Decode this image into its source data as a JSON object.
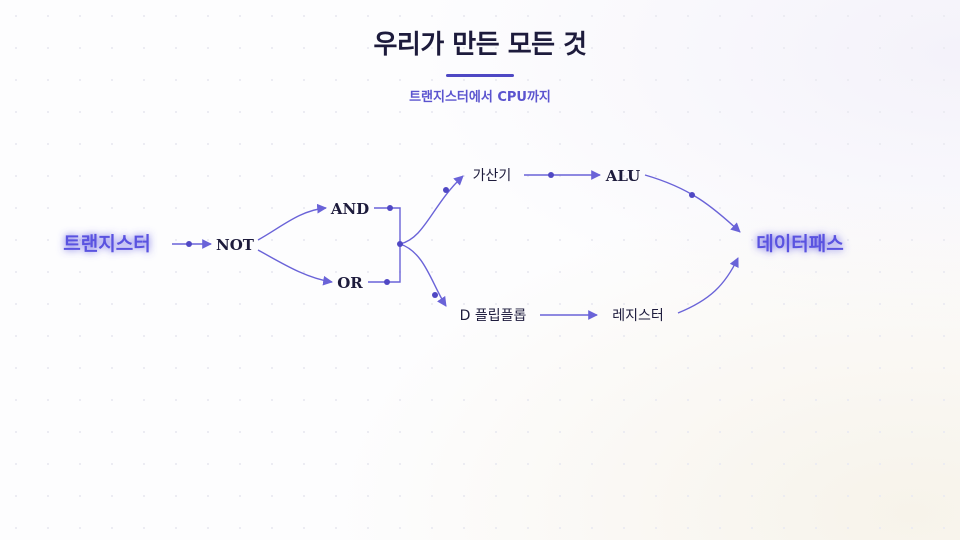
{
  "header": {
    "title": "우리가 만든 모든 것",
    "subtitle": "트랜지스터에서 CPU까지"
  },
  "diagram": {
    "nodes": {
      "transistor": "트랜지스터",
      "not": "NOT",
      "and": "AND",
      "or": "OR",
      "adder": "가산기",
      "alu": "ALU",
      "dflipflop": "D 플립플롭",
      "register": "레지스터",
      "datapath": "데이터패스"
    },
    "edges": [
      [
        "transistor",
        "not"
      ],
      [
        "not",
        "and"
      ],
      [
        "not",
        "or"
      ],
      [
        "and",
        "junction"
      ],
      [
        "or",
        "junction"
      ],
      [
        "junction",
        "adder"
      ],
      [
        "junction",
        "dflipflop"
      ],
      [
        "adder",
        "alu"
      ],
      [
        "alu",
        "datapath"
      ],
      [
        "dflipflop",
        "register"
      ],
      [
        "register",
        "datapath"
      ]
    ]
  },
  "colors": {
    "accent": "#5a52e0",
    "edge": "#6a63d8",
    "title": "#1d1b3c"
  }
}
